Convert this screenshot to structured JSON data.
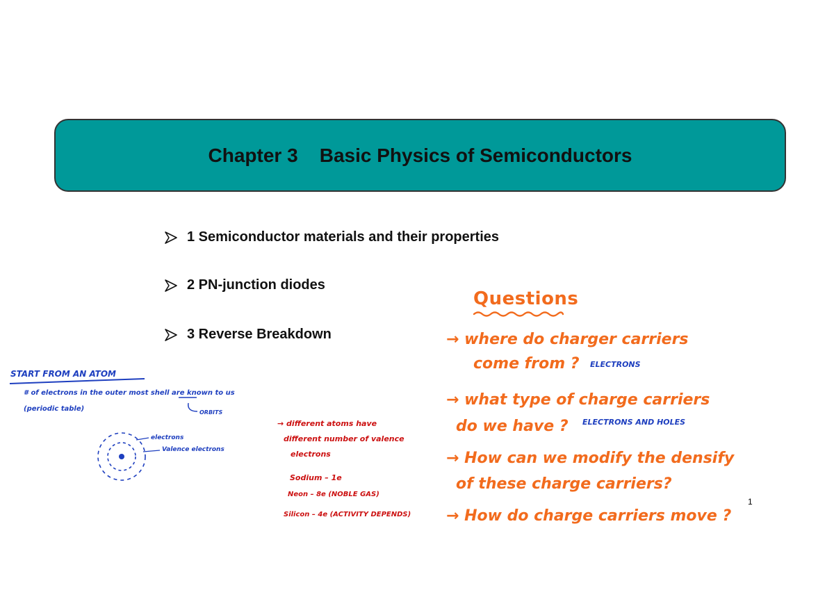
{
  "slide": {
    "title": "Chapter 3    Basic Physics of Semiconductors",
    "outline": [
      {
        "label": "1  Semiconductor materials and their  properties"
      },
      {
        "label": "2  PN-junction diodes"
      },
      {
        "label": "3  Reverse Breakdown"
      }
    ],
    "page_number": "1"
  },
  "annotations": {
    "questions": {
      "heading": "Questions",
      "lines": [
        {
          "text": "→ where do charger carriers"
        },
        {
          "text": "come from ?"
        },
        {
          "text": "ELECTRONS"
        },
        {
          "text": "→ what type of charge carriers"
        },
        {
          "text": "do we have ?"
        },
        {
          "text": "ELECTRONS AND HOLES"
        },
        {
          "text": "→ How can we modify the densify"
        },
        {
          "text": "of these charge carriers?"
        },
        {
          "text": "→ How do charge carriers move ?"
        }
      ]
    },
    "atom_notes": {
      "heading": "START FROM AN ATOM",
      "line1": "# of electrons in the outer most shell are known to us",
      "line2": "(periodic table)",
      "orbits": "ORBITS",
      "electrons": "electrons",
      "valence": "Valence electrons"
    },
    "valence_notes": {
      "line1": "→ different atoms have",
      "line2": "different number of valence",
      "line3": "electrons",
      "sodium": "Sodium – 1e",
      "neon": "Neon – 8e (NOBLE GAS)",
      "silicon": "Silicon – 4e (ACTIVITY DEPENDS)"
    }
  },
  "colors": {
    "banner": "#009999",
    "ink_orange": "#f26b1d",
    "ink_blue": "#1e3fbf",
    "ink_red": "#cc1111"
  },
  "icons": {
    "bullet": "arrowhead-bullet-icon",
    "atom": "atom-orbit-icon"
  }
}
